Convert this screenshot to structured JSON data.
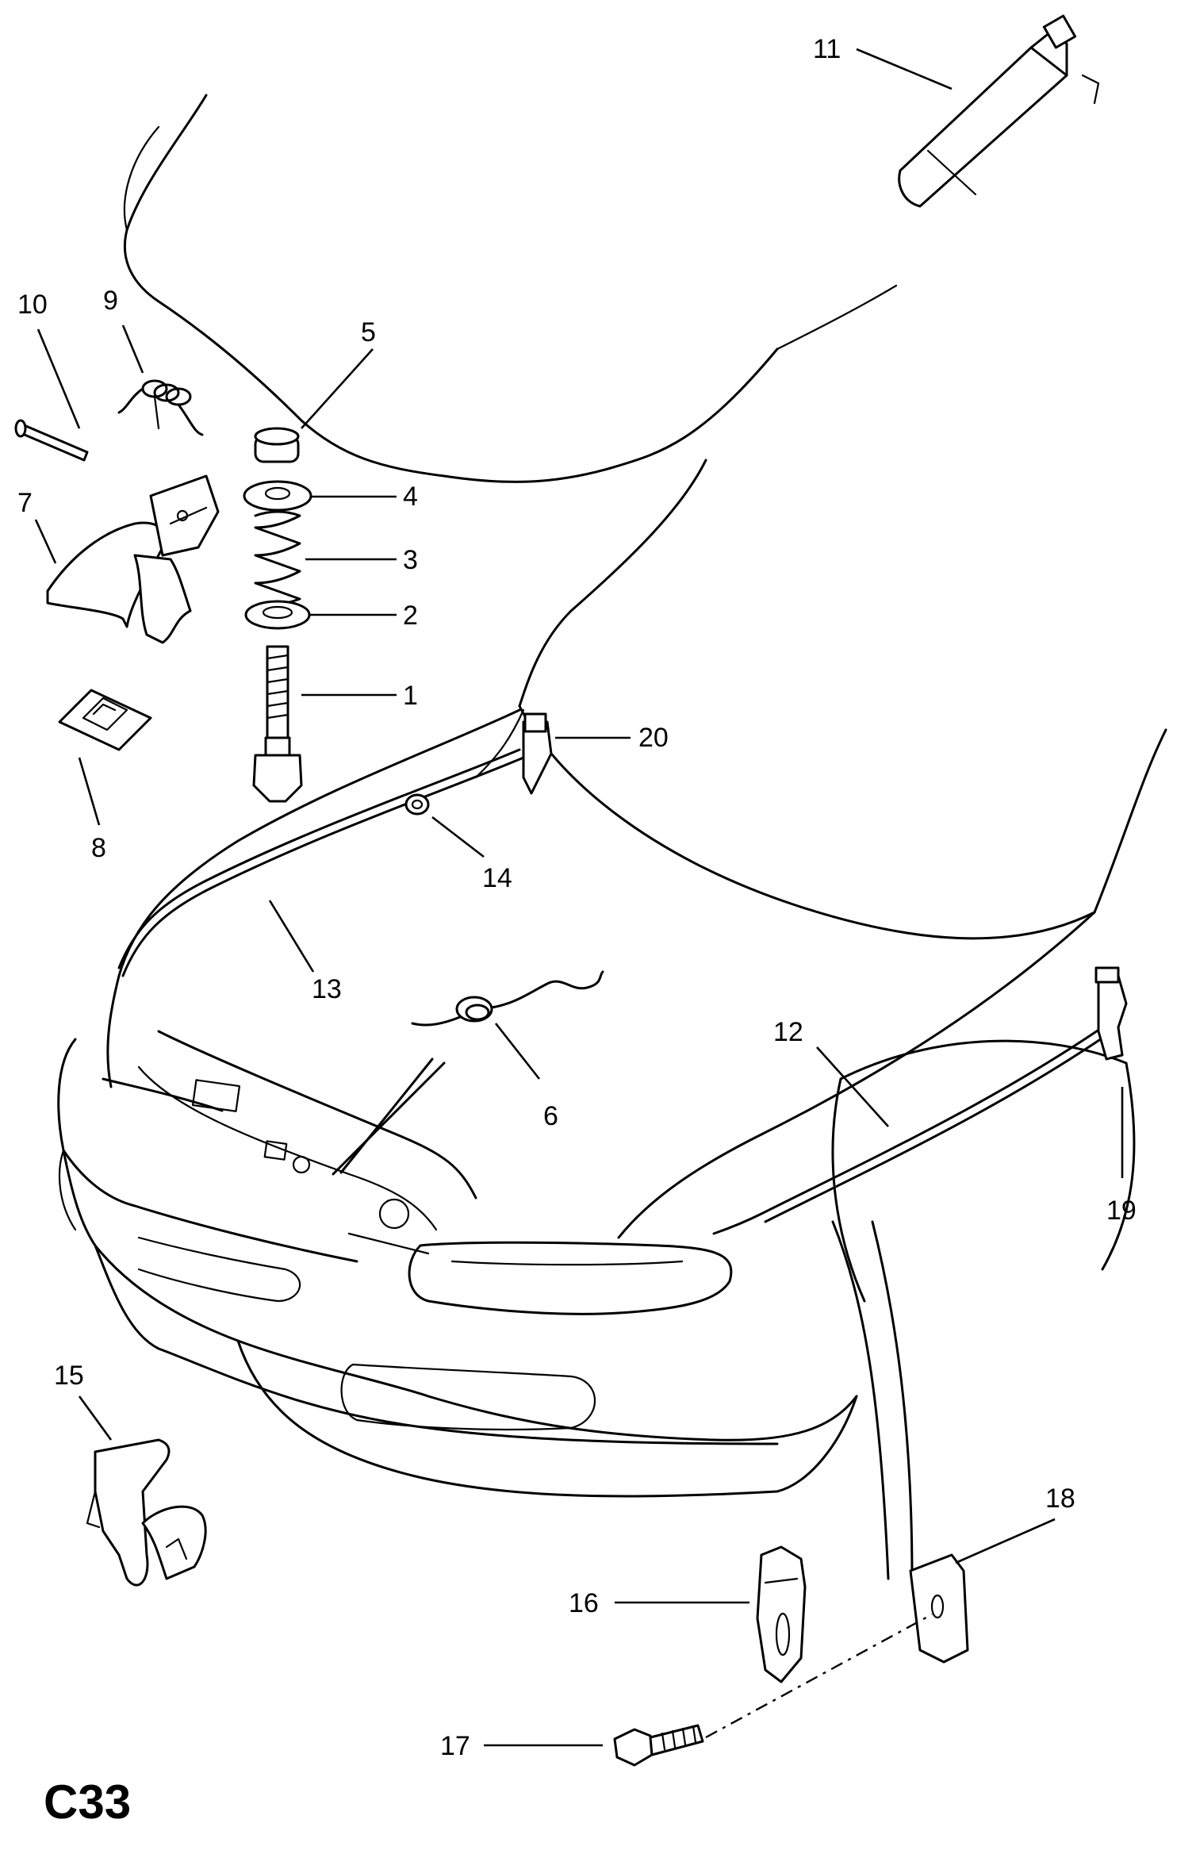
{
  "diagram": {
    "code": "C33",
    "callouts": [
      "1",
      "2",
      "3",
      "4",
      "5",
      "6",
      "7",
      "8",
      "9",
      "10",
      "11",
      "12",
      "13",
      "14",
      "15",
      "16",
      "17",
      "18",
      "19",
      "20"
    ]
  }
}
